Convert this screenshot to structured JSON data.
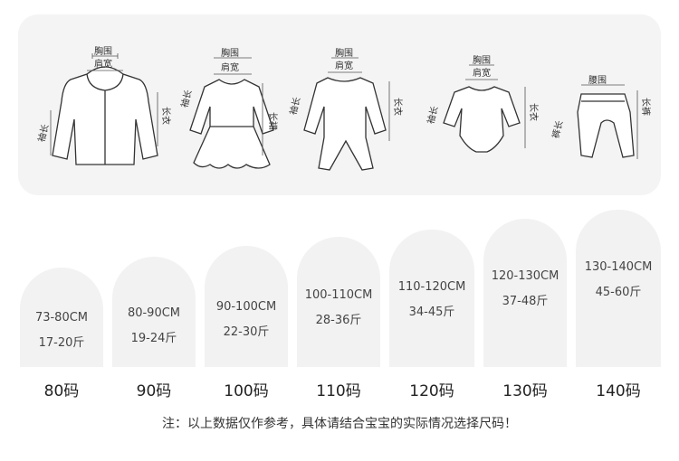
{
  "measure_labels": {
    "chest": "胸围",
    "shoulder": "肩宽",
    "sleeve": "袖长",
    "length": "长衣",
    "skirt_length": "长裙",
    "waist": "腰围",
    "pants_length": "裤长",
    "pants_side": "长裤"
  },
  "sizes": [
    {
      "height": "73-80CM",
      "weight": "17-20斤",
      "label": "80码"
    },
    {
      "height": "80-90CM",
      "weight": "19-24斤",
      "label": "90码"
    },
    {
      "height": "90-100CM",
      "weight": "22-30斤",
      "label": "100码"
    },
    {
      "height": "100-110CM",
      "weight": "28-36斤",
      "label": "110码"
    },
    {
      "height": "110-120CM",
      "weight": "34-45斤",
      "label": "120码"
    },
    {
      "height": "120-130CM",
      "weight": "37-48斤",
      "label": "130码"
    },
    {
      "height": "130-140CM",
      "weight": "45-60斤",
      "label": "140码"
    }
  ],
  "note": "注：以上数据仅作参考，具体请结合宝宝的实际情况选择尺码！"
}
